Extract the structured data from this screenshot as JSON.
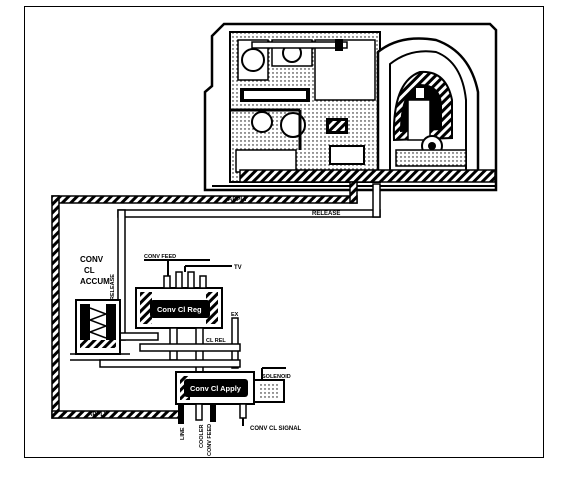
{
  "diagram": {
    "labels": {
      "apply_top": "APPLY",
      "release_top": "RELEASE",
      "conv_cl_accum": [
        "CONV",
        "CL",
        "ACCUM"
      ],
      "release_side": "RELEASE",
      "conv_feed_top": "CONV FEED",
      "tv": "TV",
      "conv_cl_reg": "Conv Cl Reg",
      "ex": "EX",
      "cl_rel": "CL REL",
      "conv_cl_apply": "Conv Cl Apply",
      "solenoid": "SOLENOID",
      "apply_bottom": "APPLY",
      "line": "LINE",
      "cooler": "COOLER",
      "conv_feed_bottom": "CONV FEED",
      "conv_cl_signal": "CONV CL SIGNAL"
    },
    "colors": {
      "ink": "#000000",
      "paper": "#ffffff",
      "frame": "#000000"
    }
  }
}
